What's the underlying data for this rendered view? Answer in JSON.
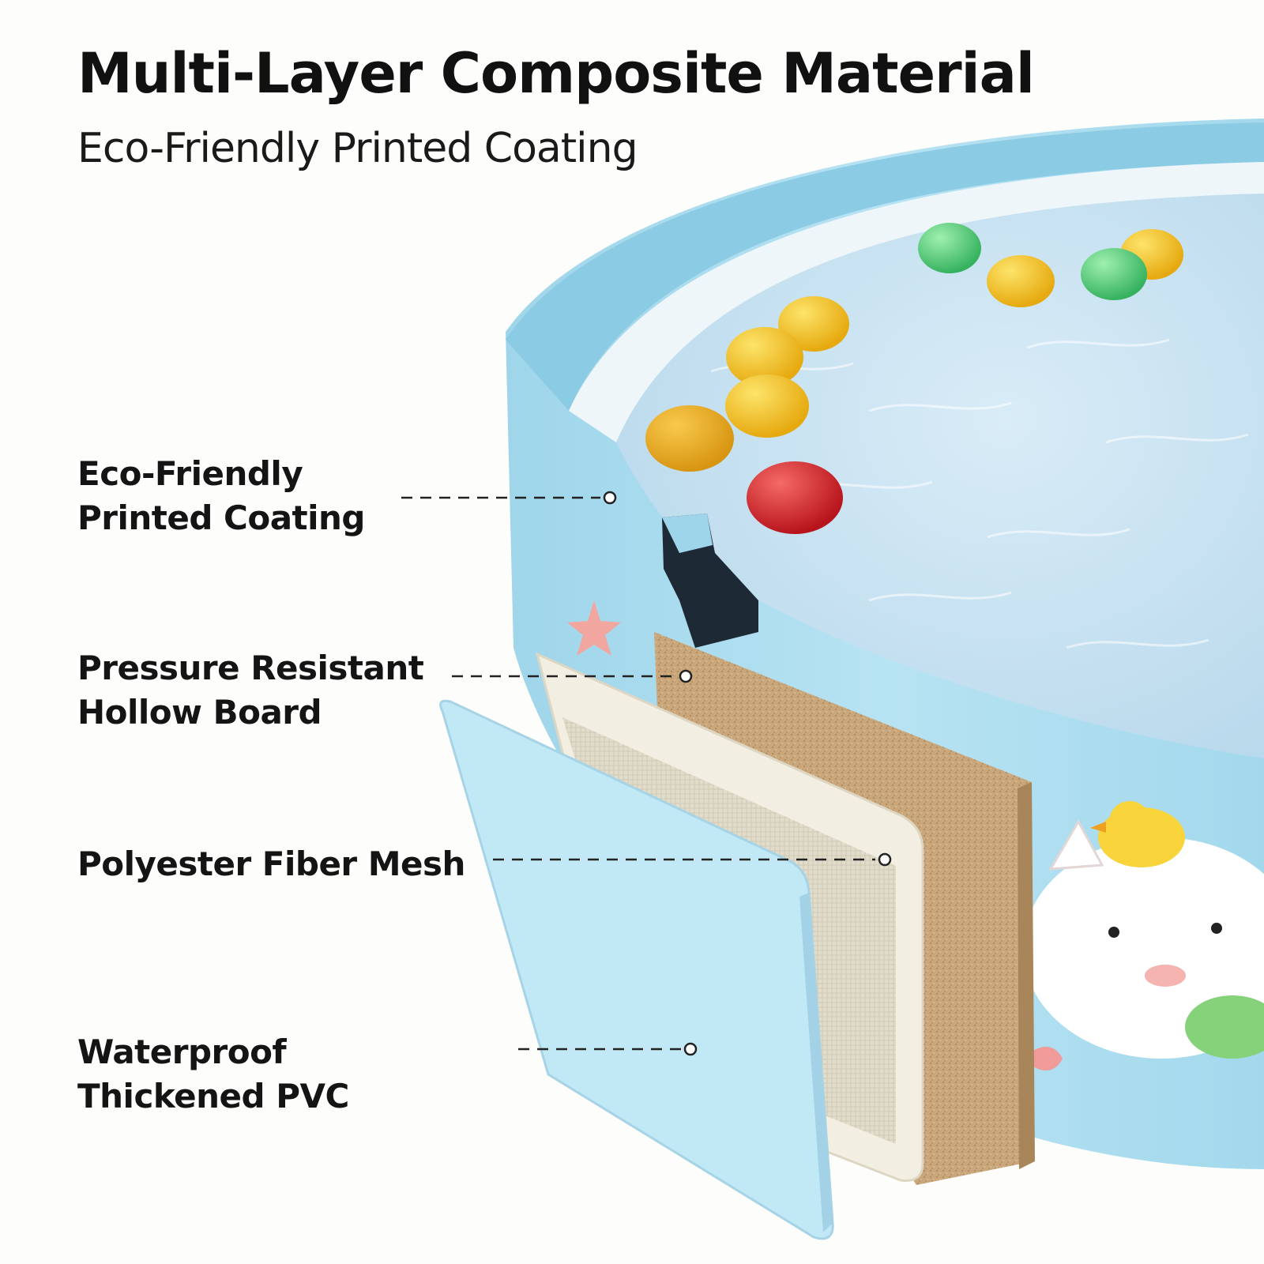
{
  "header": {
    "title": "Multi-Layer Composite Material",
    "subtitle": "Eco-Friendly Printed Coating"
  },
  "callouts": [
    {
      "lines": [
        "Eco-Friendly",
        "Printed Coating"
      ]
    },
    {
      "lines": [
        "Pressure Resistant",
        "Hollow Board"
      ]
    },
    {
      "lines": [
        "Polyester Fiber Mesh"
      ]
    },
    {
      "lines": [
        "Waterproof",
        "Thickened PVC"
      ]
    }
  ],
  "colors": {
    "pool_wall": "#a9dcef",
    "water": "#cbe4f2",
    "hollow_board": "#c8a77c",
    "fiber_mesh": "#ece6d6",
    "pvc": "#bfe6f4",
    "ball_yellow": "#f3c21c",
    "ball_green": "#5fd07e",
    "ball_red": "#d8262e"
  }
}
